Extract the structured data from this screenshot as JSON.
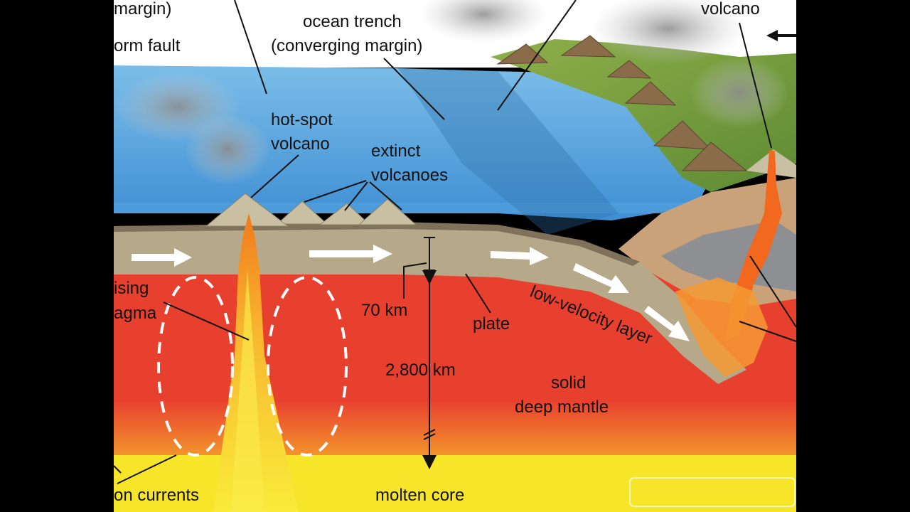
{
  "labels": {
    "margin_partial": "margin)",
    "transform_fault_partial": "orm fault",
    "ocean_trench_line1": "ocean trench",
    "ocean_trench_line2": "(converging margin)",
    "volcano": "volcano",
    "hot_spot_line1": "hot-spot",
    "hot_spot_line2": "volcano",
    "extinct_line1": "extinct",
    "extinct_line2": "volcanoes",
    "rising_magma_line1": "ising",
    "rising_magma_line2": "agma",
    "depth_70": "70 km",
    "depth_2800": "2,800 km",
    "plate": "plate",
    "low_velocity_layer": "low-velocity layer",
    "solid_mantle_line1": "solid",
    "solid_mantle_line2": "deep mantle",
    "convection_partial": "on currents",
    "molten_core": "molten core"
  },
  "colors": {
    "sky": "#ffffff",
    "ocean": "#5aa7df",
    "ocean_deep": "#3b82c4",
    "plate": "#b6a98a",
    "mantle": "#e8402f",
    "core": "#f7e52a",
    "magma": "#f39a1d",
    "land": "#6f9a3c"
  }
}
